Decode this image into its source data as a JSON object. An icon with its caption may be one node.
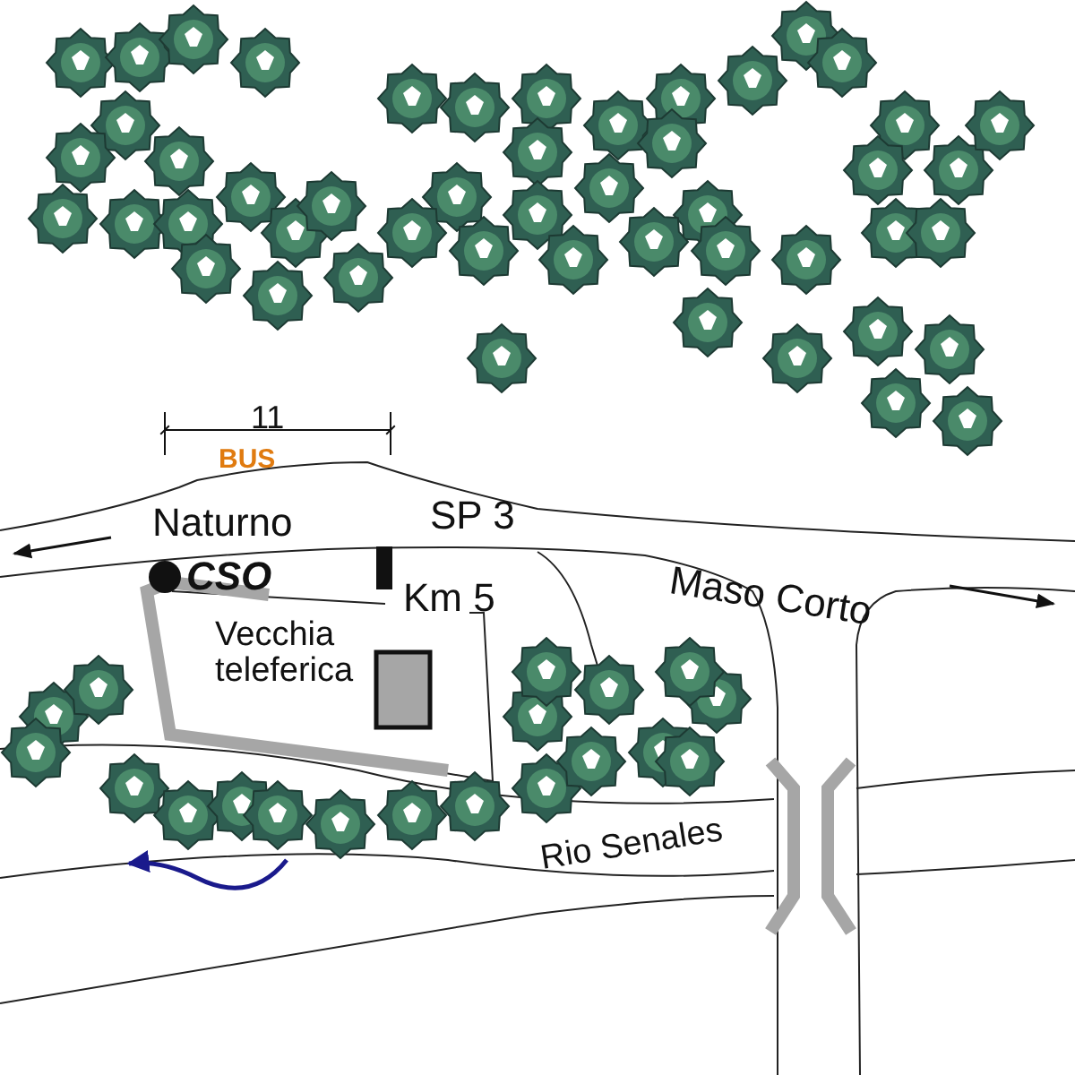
{
  "diagram": {
    "labels": [
      "11",
      "BUS",
      "Naturno",
      "SP 3",
      "Maso Corto",
      "CSO",
      "Km 5",
      "Vecchia teleferica",
      "Rio Senales"
    ]
  }
}
